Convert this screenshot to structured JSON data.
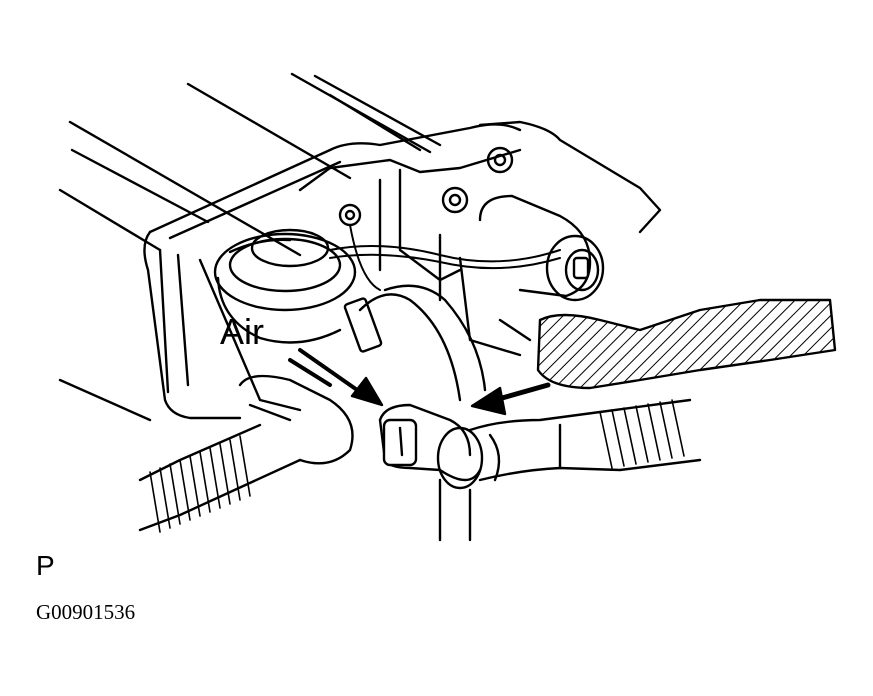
{
  "diagram": {
    "air_label": "Air",
    "view_marker": "P",
    "figure_id": "G00901536"
  }
}
